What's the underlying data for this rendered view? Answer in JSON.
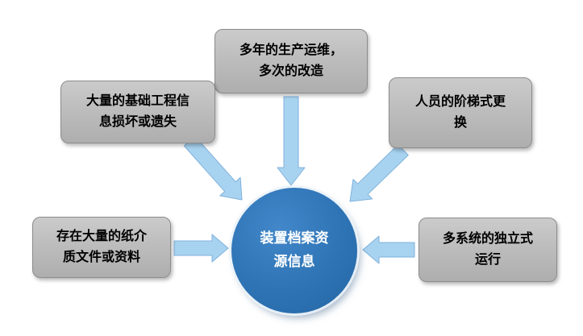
{
  "diagram": {
    "center": {
      "text": "装置档案资\n源信息"
    },
    "boxes": {
      "top": {
        "text": "多年的生产运维，\n多次的改造"
      },
      "upper_left": {
        "text": "大量的基础工程信\n息损坏或遗失"
      },
      "upper_right": {
        "text": "人员的阶梯式更\n换"
      },
      "left": {
        "text": "存在大量的纸介\n质文件或资料"
      },
      "right": {
        "text": "多系统的独立式\n运行"
      }
    },
    "colors": {
      "box_fill": "#BFBFBF",
      "box_border": "#8C8C8C",
      "arrow_fill": "#A8D3F0",
      "arrow_border": "#7FB2DD",
      "circle_fill": "#2E74B5",
      "box_text": "#000000",
      "circle_text": "#FFFFFF",
      "background": "#FFFFFF"
    }
  }
}
